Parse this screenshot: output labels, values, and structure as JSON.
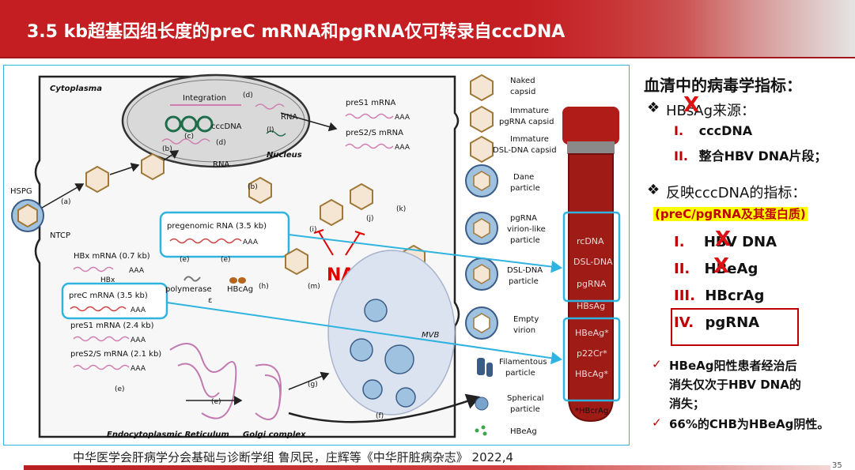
{
  "header": {
    "title": "3.5 kb超基因组长度的preC mRNA和pgRNA仅可转录自cccDNA"
  },
  "diagram": {
    "cytoplasma": "Cytoplasma",
    "nucleus": "Nucleus",
    "integration": "Integration",
    "cccdna": "cccDNA",
    "rna_n": "RNA",
    "rna_c": "RNA",
    "hspg": "HSPG",
    "ntcp": "NTCP",
    "pregenomic": "pregenomic RNA (3.5 kb)",
    "hbx": "HBx mRNA (0.7 kb)",
    "hbx_short": "HBx",
    "prec": "preC mRNA (3.5 kb)",
    "pres1_c": "preS1 mRNA (2.4 kb)",
    "pres2_c": "preS2/S mRNA (2.1 kb)",
    "pres1_n": "preS1 mRNA",
    "pres2_n": "preS2/S mRNA",
    "aaa": "AAA",
    "polymerase": "polymerase",
    "epsilon": "ε",
    "hbeag": "HBcAg",
    "nas": "NAs",
    "mvb": "MVB",
    "er": "Endocytoplasmic Reticulum",
    "golgi": "Golgi complex",
    "steps": [
      "(a)",
      "(b)",
      "(c)",
      "(d)",
      "(e)",
      "(f)",
      "(g)",
      "(h)",
      "(i)",
      "(j)",
      "(k)",
      "(l)",
      "(m)"
    ],
    "legend": {
      "naked": [
        "Naked",
        "capsid"
      ],
      "immature_pg": [
        "Immature",
        "pgRNA capsid"
      ],
      "immature_dsl": [
        "Immature",
        "DSL-DNA capsid"
      ],
      "dane": [
        "Dane",
        "particle"
      ],
      "pgrna_vlp": [
        "pgRNA",
        "virion-like",
        "particle"
      ],
      "dsl_particle": [
        "DSL-DNA",
        "particle"
      ],
      "empty": [
        "Empty",
        "virion"
      ],
      "filamentous": [
        "Filamentous",
        "particle"
      ],
      "spherical": [
        "Spherical",
        "particle"
      ],
      "hbeag": "HBeAg"
    },
    "tube": [
      "rcDNA",
      "DSL-DNA",
      "pgRNA",
      "HBsAg",
      "HBeAg*",
      "p22Cr*",
      "HBcAg*",
      "*HBcrAg"
    ]
  },
  "panel": {
    "heading": "血清中的病毒学指标：",
    "bullet1": "HBsAg来源：",
    "b1_i": "cccDNA",
    "b1_ii": "整合HBV DNA片段；",
    "bullet2": "反映cccDNA的指标：",
    "bullet2_sub": "(preC/pgRNA及其蛋白质)",
    "r1": "HBV DNA",
    "r2": "HBeAg",
    "r3": "HBcrAg",
    "r4": "pgRNA",
    "n1": "I.",
    "n2": "II.",
    "n3": "III.",
    "n4": "IV.",
    "note1_l1": "HBeAg阳性患者经治后",
    "note1_l2": "消失仅次于HBV DNA的",
    "note1_l3": "消失；",
    "note2": "66%的CHB为HBeAg阴性。",
    "mark": "X",
    "check": "✓",
    "diamond": "❖"
  },
  "footer": {
    "citation": "中华医学会肝病学分会基础与诊断学组 鲁凤民，庄辉等《中华肝脏病杂志》 2022,4",
    "page": "35"
  },
  "colors": {
    "brand_red": "#c41e22",
    "highlight_blue": "#2fb3e0",
    "nas_red": "#e00000",
    "tube_red": "#9e1b16"
  }
}
